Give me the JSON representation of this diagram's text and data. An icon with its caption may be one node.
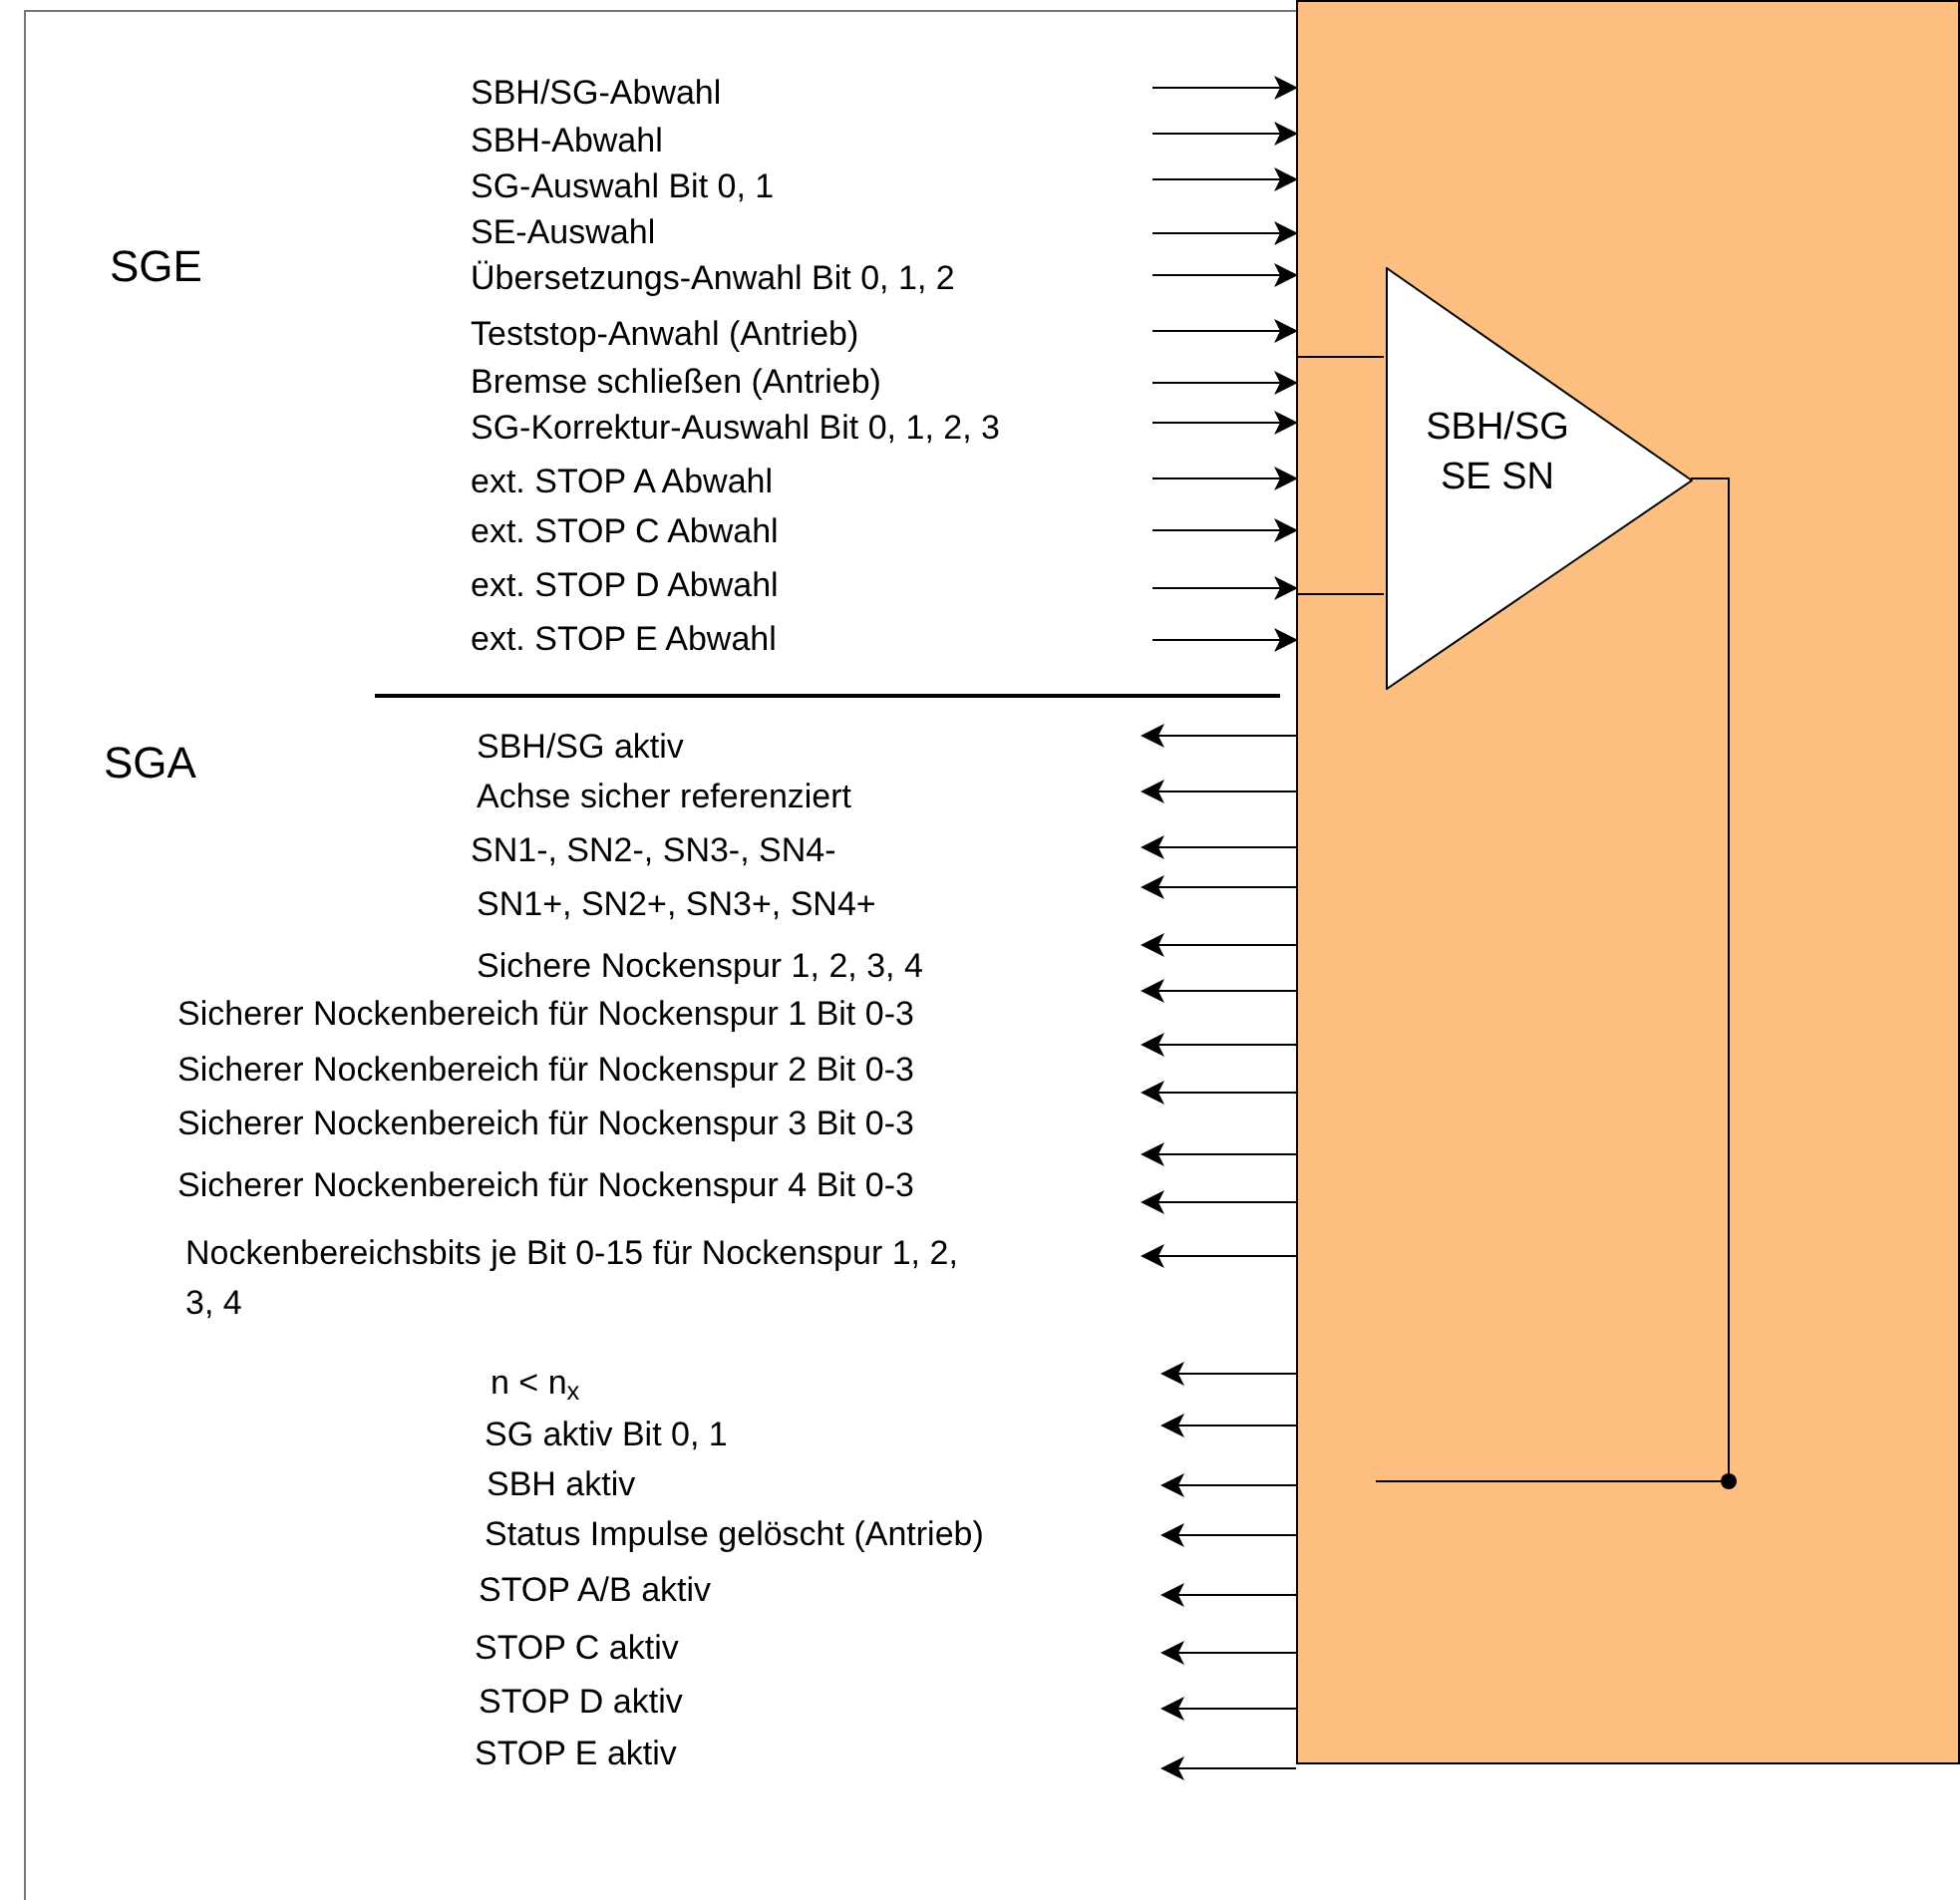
{
  "diagram": {
    "nodes": [
      {
        "text": [],
        "shape": "box"
      },
      {
        "text": [
          "SBH/SG SE SN"
        ],
        "in": 0
      }
    ],
    "edges": [
      {
        "from": null,
        "to": 0,
        "arrow": "to"
      },
      {
        "from": null,
        "to": 0,
        "arrow": "to"
      },
      {
        "from": null,
        "to": 0,
        "arrow": "to"
      },
      {
        "from": null,
        "to": 0,
        "arrow": "to"
      },
      {
        "from": null,
        "to": 0,
        "arrow": "to"
      },
      {
        "from": null,
        "to": 0,
        "arrow": "to"
      },
      {
        "from": null,
        "to": 0,
        "arrow": "to"
      },
      {
        "from": null,
        "to": 0,
        "arrow": "to"
      },
      {
        "from": null,
        "to": 0,
        "arrow": "to"
      },
      {
        "from": null,
        "to": 0,
        "arrow": "to"
      },
      {
        "from": null,
        "to": 0,
        "arrow": "to"
      },
      {
        "from": null,
        "to": 0,
        "arrow": "to"
      },
      {
        "from": 0,
        "to": 1,
        "arrow": "none"
      },
      {
        "from": 0,
        "to": 1,
        "arrow": "none"
      },
      {
        "from": 1,
        "to": null,
        "arrow": "none"
      },
      {
        "from": 0,
        "to": null,
        "arrow": "to"
      },
      {
        "from": 0,
        "to": null,
        "arrow": "to"
      },
      {
        "from": 0,
        "to": null,
        "arrow": "to"
      },
      {
        "from": 0,
        "to": null,
        "arrow": "to"
      },
      {
        "from": 0,
        "to": null,
        "arrow": "to"
      },
      {
        "from": 0,
        "to": null,
        "arrow": "to"
      },
      {
        "from": 0,
        "to": null,
        "arrow": "to"
      },
      {
        "from": 0,
        "to": null,
        "arrow": "to"
      },
      {
        "from": 0,
        "to": null,
        "arrow": "to"
      },
      {
        "from": 0,
        "to": null,
        "arrow": "to"
      },
      {
        "from": 0,
        "to": null,
        "arrow": "to"
      },
      {
        "from": 0,
        "to": null,
        "arrow": "to"
      },
      {
        "from": 0,
        "to": null,
        "arrow": "to"
      },
      {
        "from": 0,
        "to": null,
        "arrow": "to"
      },
      {
        "from": 0,
        "to": null,
        "arrow": "to"
      },
      {
        "from": 0,
        "to": null,
        "arrow": "to"
      },
      {
        "from": 0,
        "to": null,
        "arrow": "to"
      },
      {
        "from": 0,
        "to": null,
        "arrow": "to"
      },
      {
        "from": 0,
        "to": null,
        "arrow": "to"
      }
    ],
    "labels": [
      "SGE",
      "SBH/SG-Abwahl",
      "SBH-Abwahl",
      "SG-Auswahl Bit 0, 1",
      "SE-Auswahl",
      "Übersetzungs-Anwahl Bit 0, 1, 2",
      "Teststop-Anwahl (Antrieb)",
      "Bremse schließen (Antrieb)",
      "SG-Korrektur-Auswahl Bit 0, 1, 2, 3",
      "ext. STOP A Abwahl",
      "ext. STOP C Abwahl",
      "ext. STOP D Abwahl",
      "ext. STOP E Abwahl",
      "SGA",
      "SBH/SG aktiv",
      "Achse sicher referenziert",
      "SN1-, SN2-, SN3-, SN4-",
      "SN1+, SN2+, SN3+, SN4+",
      "Sichere Nockenspur 1, 2, 3, 4",
      "Sicherer Nockenbereich für Nockenspur 1 Bit 0-3",
      "Sicherer Nockenbereich für Nockenspur 2 Bit 0-3",
      "Sicherer Nockenbereich für Nockenspur 3 Bit 0-3",
      "Sicherer Nockenbereich für Nockenspur 4 Bit 0-3",
      "Nockenbereichsbits je Bit 0-15 für Nockenspur 1, 2, 3, 4",
      "n < n$_{x}$",
      "SG aktiv Bit 0, 1",
      "SBH aktiv",
      "Status Impulse gelöscht (Antrieb)",
      "STOP A/B aktiv",
      "STOP C aktiv",
      "STOP D aktiv",
      "STOP E aktiv"
    ]
  }
}
